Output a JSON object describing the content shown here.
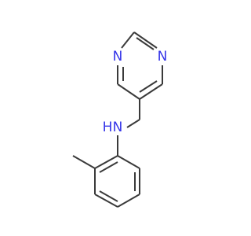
{
  "colors": {
    "background": "#ffffff",
    "bond": "#3a3a3a",
    "nitrogen": "#3535e8"
  },
  "atoms": {
    "n_pyrimidine_left": "N",
    "n_pyrimidine_right": "N",
    "n_amine": "N",
    "h_amine": "H"
  }
}
